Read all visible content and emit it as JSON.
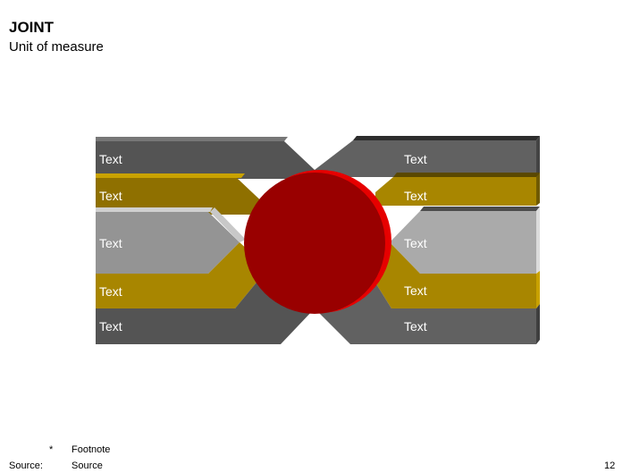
{
  "header": {
    "title": "JOINT",
    "subtitle": "Unit of measure"
  },
  "diagram": {
    "left_labels": [
      "Text",
      "Text",
      "Text",
      "Text",
      "Text"
    ],
    "right_labels": [
      "Text",
      "Text",
      "Text",
      "Text",
      "Text"
    ],
    "colors": {
      "dark_gray": "#545454",
      "mid_gray": "#616161",
      "gold": "#a88600",
      "dark_gold": "#8f7000",
      "light_gray": "#aaaaaa",
      "red": "#990000",
      "red_bright": "#e60000"
    }
  },
  "footer": {
    "footnote_marker": "*",
    "footnote": "Footnote",
    "source_label": "Source:",
    "source": "Source",
    "page_number": "12"
  }
}
